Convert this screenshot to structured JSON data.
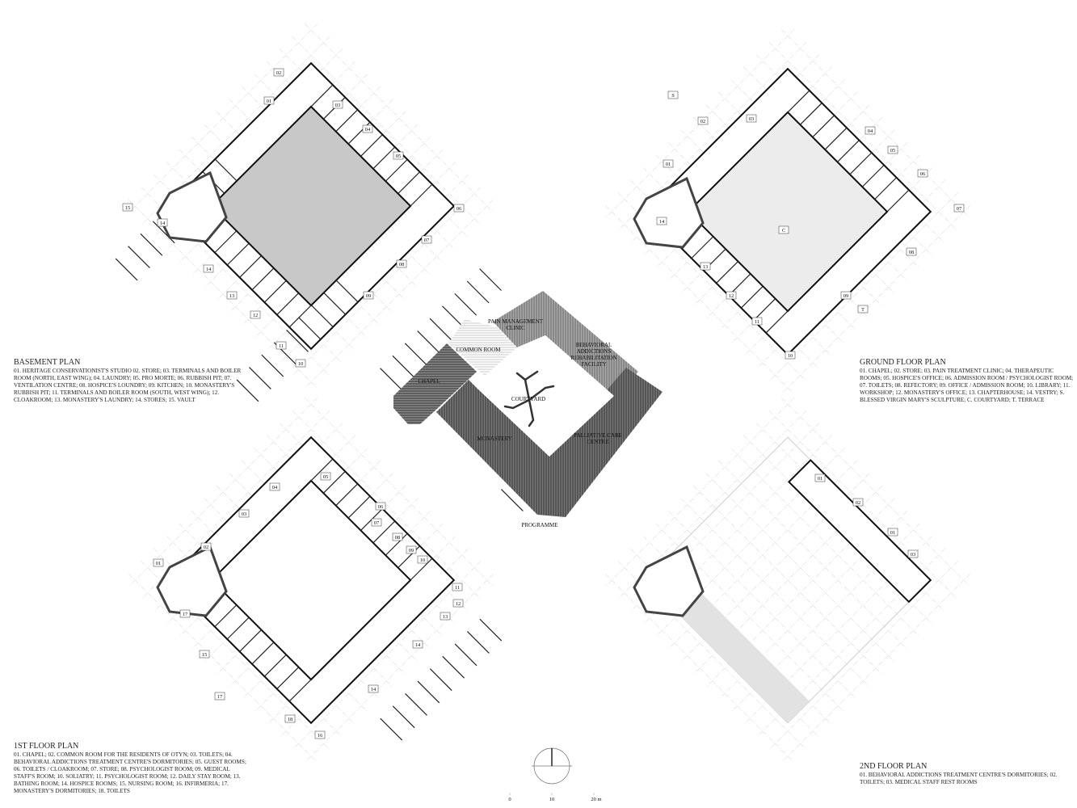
{
  "plans": {
    "basement": {
      "title": "BASEMENT PLAN",
      "legend": "01. HERITAGE CONSERVATIONIST'S STUDIO  02. STORE;  03. TERMINALS AND BOILER ROOM (NORTH, EAST WING);  04. LAUNDRY;  05. PRO MORTE;  06. RUBBISH PIT;  07. VENTILATION CENTRE;  08. HOSPICE'S LOUNDRY;  09. KITCHEN;  10. MONASTERY'S RUBBISH PIT;  11. TERMINALS AND BOILER ROOM (SOUTH, WEST WING);  12. CLOAKROOM;  13. MONASTERY'S LAUNDRY;  14. STORES;  15. VAULT",
      "rooms": [
        "02",
        "01",
        "03",
        "04",
        "05",
        "06",
        "07",
        "08",
        "09",
        "10",
        "11",
        "12",
        "13",
        "14",
        "14",
        "15"
      ]
    },
    "ground": {
      "title": "GROUND FLOOR PLAN",
      "legend": "01. CHAPEL;  02. STORE;  03. PAIN TREATMENT CLINIC;  04. THERAPEUTIC ROOMS;  05. HOSPICE'S OFFICE;  06. ADMISSION ROOM / PSYCHOLOGIST ROOM;  07. TOILETS;  08. REFECTORY;  09. OFFICE / ADMISSION ROOM;  10. LIBRARY;  11. WORKSHOP;  12. MONASTERY'S OFFICE;  13. CHAPTERHOUSE;  14. VESTRY;  S. BLESSED VIRGIN MARY'S SCULPTURE;  C. COURTYARD;  T. TERRACE",
      "rooms": [
        "02",
        "03",
        "01",
        "04",
        "05",
        "06",
        "07",
        "08",
        "09",
        "T",
        "10",
        "11",
        "12",
        "13",
        "14",
        "C",
        "S"
      ]
    },
    "first": {
      "title": "1ST FLOOR PLAN",
      "legend": "01. CHAPEL;  02. COMMON ROOM FOR THE RESIDENTS OF OTYN;  03. TOILETS;  04. BEHAVIORAL ADDICTIONS TREATMENT CENTRE'S DORMITORIES;  05. GUEST ROOMS;  06. TOILETS / CLOAKROOM;  07. STORE;  08. PSYCHOLOGIST ROOM;  09. MEDICAL STAFF'S ROOM;  10. SOLIATRY;  11. PSYCHOLOGIST ROOM;  12. DAILY STAY ROOM;  13. BATHING ROOM;  14. HOSPICE ROOMS;  15. NURSING ROOM;  16. INFIRMERIA;  17. MONASTERY'S DORMITORIES;  18. TOILETS",
      "rooms": [
        "01",
        "02",
        "03",
        "04",
        "05",
        "06",
        "07",
        "08",
        "09",
        "10",
        "11",
        "12",
        "13",
        "14",
        "14",
        "15",
        "16",
        "17",
        "17",
        "18"
      ]
    },
    "second": {
      "title": "2ND FLOOR PLAN",
      "legend": "01. BEHAVIORAL ADDICTIONS TREATMENT CENTRE'S DORMITORIES;  02. TOILETS;  03. MEDICAL STAFF REST ROOMS",
      "rooms": [
        "01",
        "02",
        "01",
        "03"
      ]
    }
  },
  "programme": {
    "title": "PROGRAMME",
    "labels": {
      "pain": [
        "PAIN MANAGEMENT",
        "CLINIC"
      ],
      "common": "COMMON ROOM",
      "behavioral": [
        "BEHAVIORAL",
        "ADDICTIONS",
        "REHABILITATION",
        "FACILITY"
      ],
      "chapel": "CHAPEL",
      "courtyard": "COURTYARD",
      "monastery": "MONASTERY",
      "palliative": [
        "PALLIATIVE CARE",
        "CENTRE"
      ]
    }
  },
  "scale_bar": {
    "ticks": [
      "0",
      "10",
      "20 m"
    ]
  },
  "colors": {
    "courtyard_fill": "#c8c8c8",
    "wall": "#111111",
    "grid": "#bbbbbb",
    "wing_dark": "#555555"
  }
}
